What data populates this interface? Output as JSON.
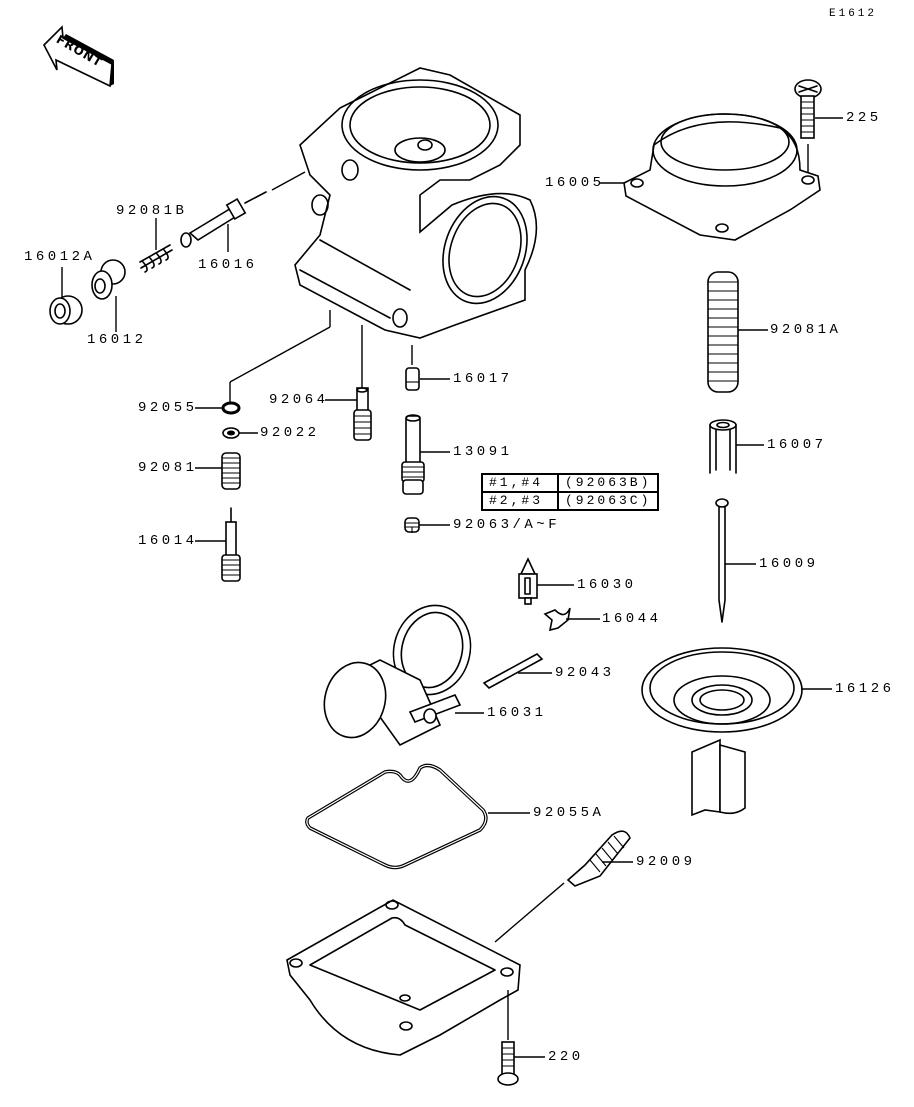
{
  "diagram": {
    "title_code": "E1612",
    "direction_badge": "FRONT",
    "parts": [
      {
        "id": "225",
        "description": "screw"
      },
      {
        "id": "16005",
        "description": "top cover"
      },
      {
        "id": "92081B",
        "description": "spring"
      },
      {
        "id": "16016",
        "description": "pilot screw"
      },
      {
        "id": "16012A",
        "description": "cap"
      },
      {
        "id": "16012",
        "description": "plug"
      },
      {
        "id": "92081A",
        "description": "diaphragm spring"
      },
      {
        "id": "92055",
        "description": "o-ring"
      },
      {
        "id": "92064",
        "description": "pilot jet"
      },
      {
        "id": "16017",
        "description": "jet holder"
      },
      {
        "id": "92022",
        "description": "washer"
      },
      {
        "id": "16007",
        "description": "needle holder"
      },
      {
        "id": "13091",
        "description": "needle jet"
      },
      {
        "id": "92081",
        "description": "spring"
      },
      {
        "id": "92063/A~F",
        "description": "main jet"
      },
      {
        "id": "16014",
        "description": "starter plunger"
      },
      {
        "id": "16009",
        "description": "jet needle"
      },
      {
        "id": "16030",
        "description": "float valve"
      },
      {
        "id": "16044",
        "description": "clip"
      },
      {
        "id": "92043",
        "description": "pin"
      },
      {
        "id": "16126",
        "description": "vacuum piston diaphragm"
      },
      {
        "id": "16031",
        "description": "float"
      },
      {
        "id": "92055A",
        "description": "float bowl gasket"
      },
      {
        "id": "92009",
        "description": "drain screw"
      },
      {
        "id": "220",
        "description": "screw"
      }
    ],
    "labels": {
      "l225": "225",
      "l16005": "16005",
      "l92081B": "92081B",
      "l16016": "16016",
      "l16012A": "16012A",
      "l16012": "16012",
      "l92081A": "92081A",
      "l92055": "92055",
      "l92064": "92064",
      "l16017": "16017",
      "l92022": "92022",
      "l16007": "16007",
      "l13091": "13091",
      "l92081": "92081",
      "l92063": "92063/A~F",
      "l16014": "16014",
      "l16009": "16009",
      "l16030": "16030",
      "l16044": "16044",
      "l92043": "92043",
      "l16126": "16126",
      "l16031": "16031",
      "l92055A": "92055A",
      "l92009": "92009",
      "l220": "220"
    },
    "spec_table": {
      "rows": [
        {
          "cylinders": "#1,#4",
          "part": "(92063B)"
        },
        {
          "cylinders": "#2,#3",
          "part": "(92063C)"
        }
      ]
    }
  }
}
